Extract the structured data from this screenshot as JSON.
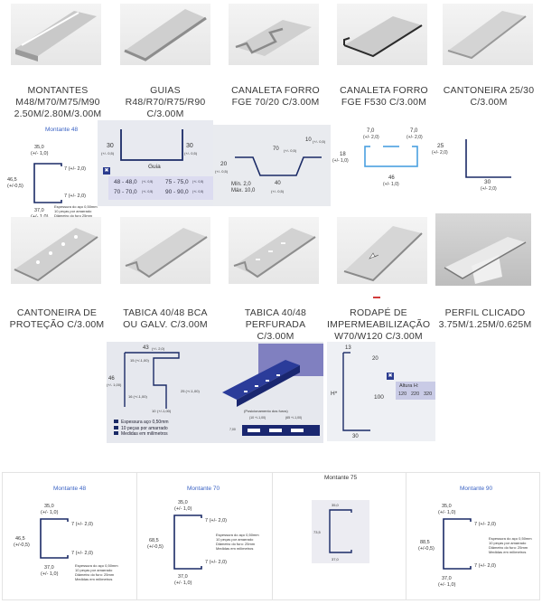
{
  "products": [
    {
      "id": "montantes",
      "title": "MONTANTES M48/M70/M75/M90 2.50M/2.80M/3.00M"
    },
    {
      "id": "guias",
      "title": "GUIAS R48/R70/R75/R90 C/3.00M"
    },
    {
      "id": "canaleta-fge70",
      "title": "CANALETA FORRO FGE 70/20 C/3.00M"
    },
    {
      "id": "canaleta-f530",
      "title": "CANALETA FORRO FGE F530 C/3.00M"
    },
    {
      "id": "cantoneira-2530",
      "title": "CANTONEIRA 25/30 C/3.00M"
    },
    {
      "id": "cantoneira-protecao",
      "title": "CANTONEIRA DE PROTEÇÃO C/3.00M"
    },
    {
      "id": "tabica-bca",
      "title": "TABICA 40/48 BCA OU GALV. C/3.00M"
    },
    {
      "id": "tabica-perf",
      "title": "TABICA 40/48 PERFURADA C/3.00M"
    },
    {
      "id": "rodape",
      "title": "RODAPÉ DE IMPERMEABILIZAÇÃO W70/W120 C/3.00M"
    },
    {
      "id": "perfil-clicado",
      "title": "PERFIL CLICADO 3.75M/1.25M/0.625M"
    }
  ],
  "montante48": {
    "name": "Montante 48",
    "top": "35,0",
    "tol": "(+/- 1,0)",
    "height": "46,5",
    "height_tol": "(+/-0,5)",
    "lip": "7 (+/- 2,0)",
    "bottom": "37,0",
    "bottom_tol": "(+/- 1,0)",
    "notes": [
      "Espessura do aço 0,50mm",
      "10 peças por amarrado",
      "Diâmetro do furo 25mm",
      "Medidas em milímetros"
    ]
  },
  "guia": {
    "left": "30",
    "left_tol": "(+/- 0,5)",
    "right": "30",
    "right_tol": "(+/- 0,5)",
    "label": "Guia",
    "rows": [
      [
        "48 - 48,0",
        "(+/- 0,5)",
        "75 - 75,0",
        "(+/- 0,5)"
      ],
      [
        "70 - 70,0",
        "(+/- 0,5)",
        "90 - 90,0",
        "(+/- 0,5)"
      ]
    ]
  },
  "fge70": {
    "height": "20",
    "height_tol": "(+/- 0,5)",
    "top": "70",
    "top_tol": "(+/- 0,5)",
    "flange": "10",
    "flange_tol": "(+/- 0,5)",
    "min": "Mín. 2,0",
    "max": "Máx. 10,0",
    "bottom": "40",
    "bottom_tol": "(+/- 0,5)"
  },
  "f530": {
    "lip_l": "7,0",
    "lip_l_tol": "(+/- 2,0)",
    "lip_r": "7,0",
    "lip_r_tol": "(+/- 2,0)",
    "height": "18",
    "height_tol": "(+/- 1,0)",
    "width": "46",
    "width_tol": "(+/- 1,0)"
  },
  "cant2530": {
    "side": "25",
    "side_tol": "(+/- 2,0)",
    "base": "30",
    "base_tol": "(+/- 2,0)"
  },
  "tabica": {
    "top": "43",
    "top_tol": "(+/- 2,0)",
    "v15": "15 (+/-1,00)",
    "h": "46",
    "h_tol": "(+/- 1,00)",
    "v16": "16 (+/-1,00)",
    "v25": "25 (+/-1,00)",
    "b10": "10",
    "b10_tol": "(+/-1,00)",
    "legend": [
      "Espessura aço 0,50mm",
      "10 peças por amarrado",
      "Medidas em milímetros"
    ],
    "holes_label": "(Posicionamento dos furos)",
    "h1": "(10 +/-1,00)",
    "h2": "(65 +/-1,00)",
    "h3": "7,00"
  },
  "rodape": {
    "top": "13",
    "side": "20",
    "main": "100",
    "base": "30",
    "hlabel": "H*",
    "alt_title": "Altura H:",
    "alts": [
      "120",
      "220",
      "320"
    ]
  },
  "bottom_cells": [
    {
      "title": "Montante 48",
      "top": "35,0",
      "height": "46,5",
      "bottom": "37,0"
    },
    {
      "title": "Montante 70",
      "top": "35,0",
      "height": "68,5",
      "bottom": "37,0"
    },
    {
      "title": "Montante 75",
      "top": "35,0",
      "height": "73,5",
      "bottom": "37,0"
    },
    {
      "title": "Montante 90",
      "top": "35,0",
      "height": "88,5",
      "bottom": "37,0"
    }
  ],
  "common": {
    "tol1": "(+/- 1,0)",
    "tol05": "(+/-0,5)",
    "lip": "7 (+/- 2,0)",
    "notes": [
      "Espessura do aço 0,50mm",
      "10 peças por amarrado",
      "Diâmetro do furo: 25mm",
      "Medidas em milímetros"
    ]
  }
}
